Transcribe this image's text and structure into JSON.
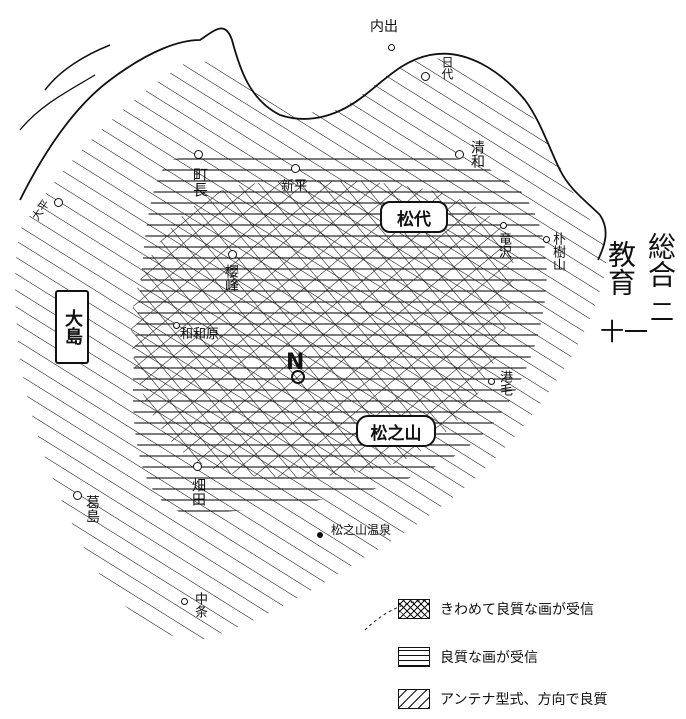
{
  "places": {
    "uchide": "内出",
    "hiyo": "日代",
    "seiwa": "清和",
    "choten": "町長",
    "shinpei": "新平",
    "taihei": "大平",
    "matsushiro": "松代",
    "takihisa": "竜沢",
    "hiyama": "朴樹山",
    "sakuraoka": "櫻峰",
    "washiwahara": "和和原",
    "minatoe": "港毛",
    "matsunoyama": "松之山",
    "kashiwade": "畑田",
    "kusuka": "葛島",
    "matsuonsen": "松之山温泉",
    "nakajo": "中条",
    "ooshima": "大島"
  },
  "side_label": {
    "line1": "総合",
    "line2": "教育",
    "line3": "十一",
    "line4": "二"
  },
  "north_marker": "N",
  "legend": [
    {
      "key": "crosshatch",
      "label": "きわめて良質な画が受信"
    },
    {
      "key": "horizontal",
      "label": "良質な画が受信"
    },
    {
      "key": "diagonal",
      "label": "アンテナ型式、方向で良質"
    }
  ],
  "colors": {
    "ink": "#111111",
    "paper": "#ffffff"
  }
}
